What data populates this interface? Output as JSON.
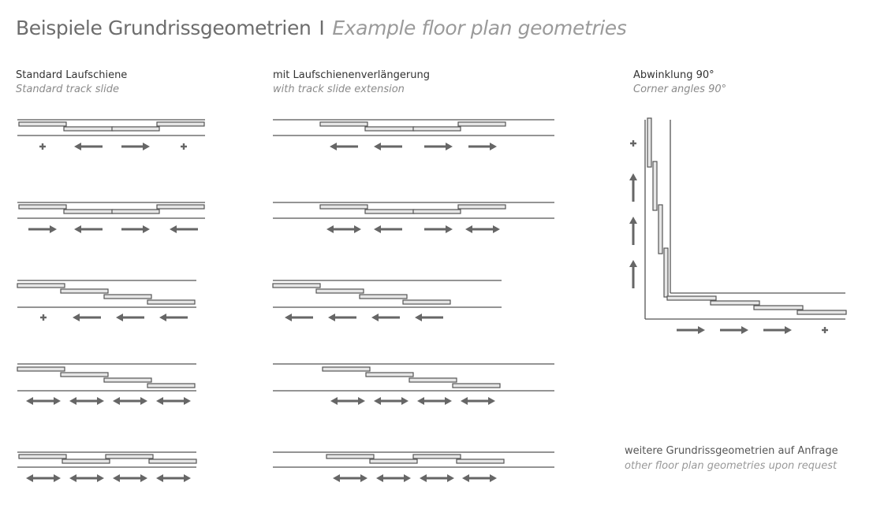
{
  "header": {
    "title_de": "Beispiele Grundrissgeometrien",
    "separator": "I",
    "title_en": "Example floor plan geometries"
  },
  "columns": [
    {
      "id": "standard",
      "label_de": "Standard Laufschiene",
      "label_en": "Standard track slide"
    },
    {
      "id": "extension",
      "label_de": "mit Laufschienenverlängerung",
      "label_en": "with track slide extension"
    },
    {
      "id": "corner",
      "label_de": "Abwinklung 90°",
      "label_en": "Corner angles 90°"
    }
  ],
  "note": {
    "text_de": "weitere Grundrissgeometrien auf Anfrage",
    "text_en": "other floor plan geometries upon request"
  },
  "colors": {
    "line": "#555555",
    "panel_fill": "#e6e6e6",
    "symbol": "#666666"
  },
  "configurations": {
    "standard": [
      {
        "pattern": "open-center",
        "symbols": [
          "fixed",
          "left",
          "right",
          "fixed"
        ]
      },
      {
        "pattern": "open-center",
        "symbols": [
          "right",
          "left",
          "right",
          "left"
        ]
      },
      {
        "pattern": "stepped",
        "symbols": [
          "fixed",
          "left",
          "left",
          "left"
        ]
      },
      {
        "pattern": "stepped",
        "symbols": [
          "both",
          "both",
          "both",
          "both"
        ]
      },
      {
        "pattern": "paired",
        "symbols": [
          "both",
          "both",
          "both",
          "both"
        ]
      }
    ],
    "extension": [
      {
        "pattern": "open-center",
        "symbols": [
          "left",
          "left",
          "right",
          "right"
        ]
      },
      {
        "pattern": "open-center",
        "symbols": [
          "both",
          "left",
          "right",
          "both"
        ]
      },
      {
        "pattern": "stepped",
        "symbols": [
          "left",
          "left",
          "left",
          "left"
        ]
      },
      {
        "pattern": "stepped",
        "symbols": [
          "both",
          "both",
          "both",
          "both"
        ]
      },
      {
        "pattern": "paired",
        "symbols": [
          "both",
          "both",
          "both",
          "both"
        ]
      }
    ],
    "corner": {
      "vertical_symbols": [
        "fixed",
        "up",
        "up",
        "up"
      ],
      "horizontal_symbols": [
        "right",
        "right",
        "right",
        "fixed"
      ]
    }
  }
}
